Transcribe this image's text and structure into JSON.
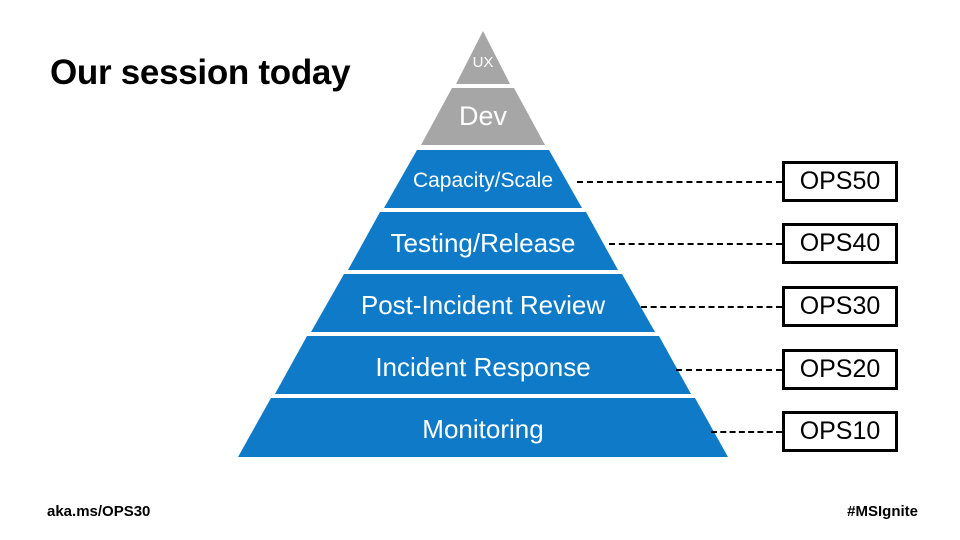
{
  "slide": {
    "title": "Our session today",
    "background_color": "#FFFFFF"
  },
  "colors": {
    "tier_gray": "#A6A6A6",
    "tier_blue": "#0E7AC8",
    "text_on_tier": "#FFFFFF",
    "box_border": "#000000",
    "connector": "#000000",
    "title_text": "#000000"
  },
  "pyramid": {
    "tiers": [
      {
        "label": "UX",
        "color": "#A6A6A6",
        "shape": "triangle",
        "has_connector": false,
        "code": ""
      },
      {
        "label": "Dev",
        "color": "#A6A6A6",
        "shape": "trapezoid",
        "has_connector": false,
        "code": ""
      },
      {
        "label": "Capacity/Scale",
        "color": "#0E7AC8",
        "shape": "trapezoid",
        "has_connector": true,
        "code": "OPS50"
      },
      {
        "label": "Testing/Release",
        "color": "#0E7AC8",
        "shape": "trapezoid",
        "has_connector": true,
        "code": "OPS40"
      },
      {
        "label": "Post-Incident Review",
        "color": "#0E7AC8",
        "shape": "trapezoid",
        "has_connector": true,
        "code": "OPS30"
      },
      {
        "label": "Incident Response",
        "color": "#0E7AC8",
        "shape": "trapezoid",
        "has_connector": true,
        "code": "OPS20"
      },
      {
        "label": "Monitoring",
        "color": "#0E7AC8",
        "shape": "trapezoid",
        "has_connector": true,
        "code": "OPS10"
      }
    ]
  },
  "codes": {
    "ops50": "OPS50",
    "ops40": "OPS40",
    "ops30": "OPS30",
    "ops20": "OPS20",
    "ops10": "OPS10"
  },
  "footer": {
    "left": "aka.ms/OPS30",
    "right": "#MSIgnite"
  }
}
